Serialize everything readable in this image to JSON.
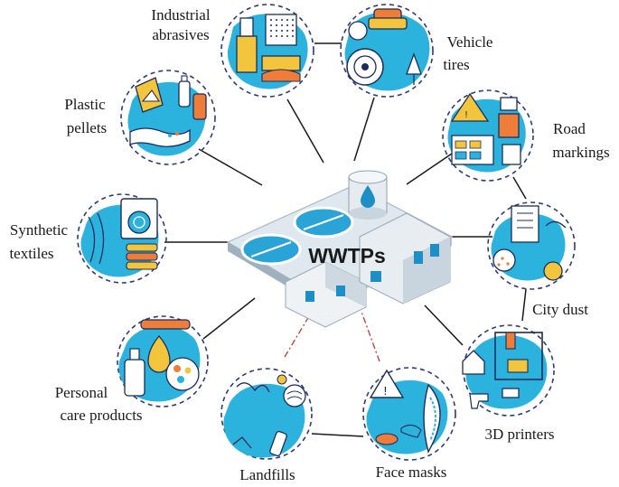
{
  "center": {
    "label": "WWTPs"
  },
  "nodes": [
    {
      "id": "industrial-abrasives",
      "lines": [
        "Industrial",
        "abrasives"
      ],
      "icon": "abrasive-grit-icon"
    },
    {
      "id": "vehicle-tires",
      "lines": [
        "Vehicle",
        "tires"
      ],
      "icon": "tire-icon"
    },
    {
      "id": "road-markings",
      "lines": [
        "Road",
        "markings"
      ],
      "icon": "road-work-icon"
    },
    {
      "id": "city-dust",
      "lines": [
        "City dust"
      ],
      "icon": "city-building-icon"
    },
    {
      "id": "3d-printers",
      "lines": [
        "3D printers"
      ],
      "icon": "3d-printer-icon"
    },
    {
      "id": "face-masks",
      "lines": [
        "Face masks"
      ],
      "icon": "face-mask-icon"
    },
    {
      "id": "landfills",
      "lines": [
        "Landfills"
      ],
      "icon": "landfill-bottle-icon"
    },
    {
      "id": "personal-care-products",
      "lines": [
        "Personal",
        "care products"
      ],
      "icon": "cosmetics-bottle-icon"
    },
    {
      "id": "synthetic-textiles",
      "lines": [
        "Synthetic",
        "textiles"
      ],
      "icon": "washing-machine-icon"
    },
    {
      "id": "plastic-pellets",
      "lines": [
        "Plastic",
        "pellets"
      ],
      "icon": "recycle-icon"
    }
  ],
  "links": [
    {
      "from": "industrial-abrasives",
      "style": "solid"
    },
    {
      "from": "vehicle-tires",
      "style": "solid"
    },
    {
      "from": "road-markings",
      "style": "solid"
    },
    {
      "from": "city-dust",
      "style": "solid"
    },
    {
      "from": "3d-printers",
      "style": "solid"
    },
    {
      "from": "face-masks",
      "style": "dash-dot"
    },
    {
      "from": "landfills",
      "style": "dash-dot"
    },
    {
      "from": "personal-care-products",
      "style": "solid"
    },
    {
      "from": "synthetic-textiles",
      "style": "solid"
    },
    {
      "from": "plastic-pellets",
      "style": "solid"
    }
  ],
  "colors": {
    "accent_blue": "#2bb3de",
    "ring": "#2f3a78",
    "pale_blue": "#e4f3fb",
    "yellow": "#f3c53c",
    "orange": "#ee7d3a",
    "dash_red": "#c0392b",
    "text": "#1a1a1a"
  }
}
